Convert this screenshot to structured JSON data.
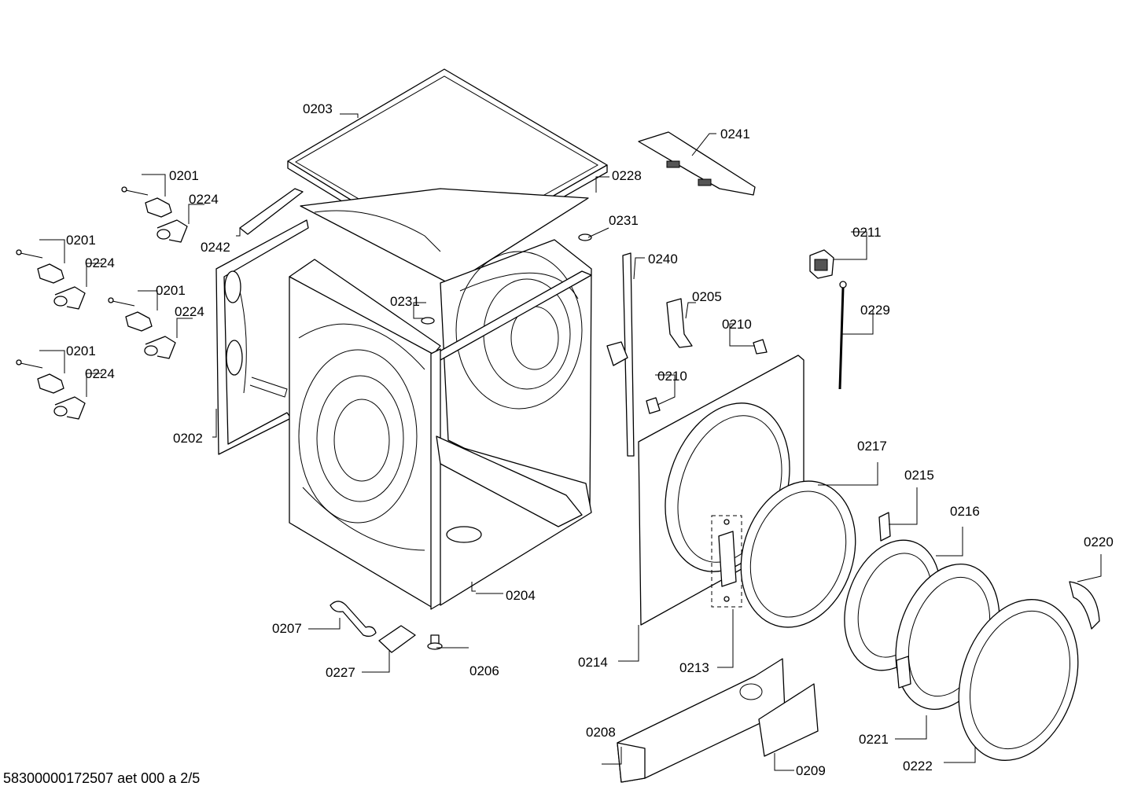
{
  "labels": {
    "p0201a": "0201",
    "p0201b": "0201",
    "p0201c": "0201",
    "p0201d": "0201",
    "p0224a": "0224",
    "p0224b": "0224",
    "p0224c": "0224",
    "p0224d": "0224",
    "p0202": "0202",
    "p0203": "0203",
    "p0204": "0204",
    "p0205": "0205",
    "p0206": "0206",
    "p0207": "0207",
    "p0208": "0208",
    "p0209": "0209",
    "p0210a": "0210",
    "p0210b": "0210",
    "p0211": "0211",
    "p0213": "0213",
    "p0214": "0214",
    "p0215": "0215",
    "p0216": "0216",
    "p0217": "0217",
    "p0220": "0220",
    "p0221": "0221",
    "p0222": "0222",
    "p0227": "0227",
    "p0228": "0228",
    "p0229": "0229",
    "p0231a": "0231",
    "p0231b": "0231",
    "p0240": "0240",
    "p0241": "0241",
    "p0242": "0242"
  },
  "footer": "58300000172507 aet 000 a 2/5"
}
